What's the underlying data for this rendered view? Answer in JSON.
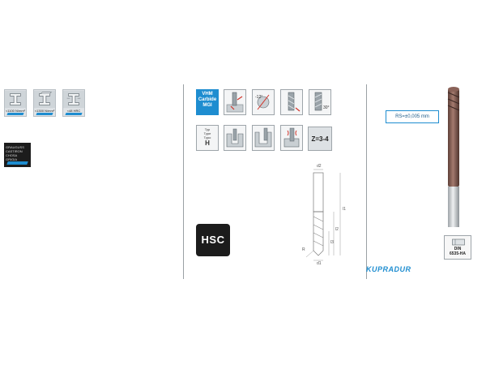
{
  "materials": [
    {
      "label": "<1100 N/mm²",
      "icon": "steel-beam-icon"
    },
    {
      "label": "<1300 N/mm²",
      "icon": "steel-beam-icon"
    },
    {
      "label": "<48 HRC",
      "icon": "steel-beam-icon"
    }
  ],
  "cast_material": {
    "label": "GRAUGUSS CASTIRON CHOSA GRIGIA"
  },
  "tool_material": {
    "label": "VHM Carbide MGI"
  },
  "workpiece_type": {
    "line1": "Typ",
    "line2": "Type",
    "line3": "Typo",
    "letter": "H"
  },
  "flutes": {
    "label": "Z=3-4"
  },
  "helix_angle": {
    "label": "30°"
  },
  "hsc_badge": {
    "label": "HSC"
  },
  "radius_spec": {
    "label": "RS=±0,005 mm"
  },
  "din_standard": {
    "line1": "DIN",
    "line2": "6535-HA"
  },
  "brand": {
    "label": "KUPRADUR"
  },
  "dimensions": {
    "d2": "d2",
    "l1": "l1",
    "l2": "l2",
    "l3": "l3",
    "r": "R",
    "d1": "d1"
  },
  "colors": {
    "accent": "#1e8dd0",
    "dark": "#1c1c1c",
    "tool_coating": "#7a5a52",
    "shank": "#c7ccd0"
  }
}
